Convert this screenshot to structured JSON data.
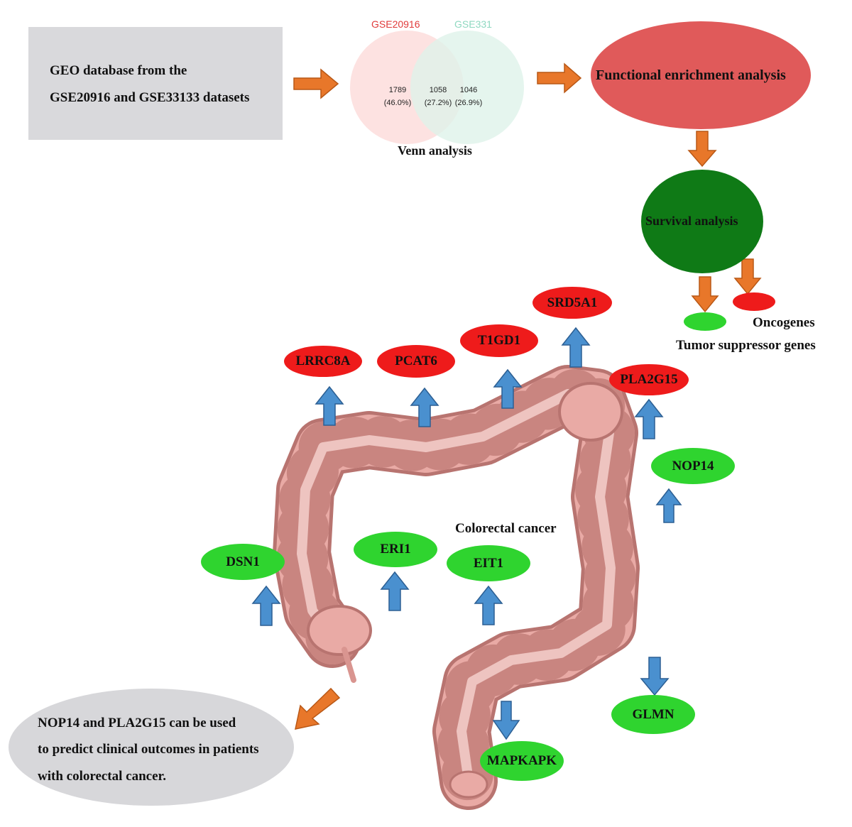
{
  "geo": {
    "line1": "GEO database from the",
    "line2": "GSE20916 and GSE33133 datasets"
  },
  "venn": {
    "set_a": "GSE20916",
    "set_b": "GSE331",
    "only_a_count": "1789",
    "only_a_pct": "(46.0%)",
    "both_count": "1058",
    "both_pct": "(27.2%)",
    "only_b_count": "1046",
    "only_b_pct": "(26.9%)",
    "caption": "Venn analysis",
    "color_a": "#fde0df",
    "color_b": "#dff3ea"
  },
  "steps": {
    "functional": "Functional enrichment  analysis",
    "survival": "Survival analysis"
  },
  "legend": {
    "oncogenes": "Oncogenes",
    "tumor_suppressor": "Tumor suppressor genes"
  },
  "oncogenes": {
    "lrrc8a": "LRRC8A",
    "pcat6": "PCAT6",
    "t1gd1": "T1GD1",
    "srd5a1": "SRD5A1",
    "pla2g15": "PLA2G15"
  },
  "suppressors": {
    "nop14": "NOP14",
    "dsn1": "DSN1",
    "eri1": "ERI1",
    "eit1": "EIT1",
    "glmn": "GLMN",
    "mapkapk": "MAPKAPK"
  },
  "colon_label": "Colorectal cancer",
  "conclusion": {
    "line1": "NOP14 and PLA2G15 can be used",
    "line2": "to predict clinical outcomes in patients",
    "line3": "with colorectal cancer."
  },
  "colors": {
    "oncogene": "#ee1b1b",
    "suppressor": "#2fd42f",
    "functional": "#e05a5a",
    "survival": "#0f7a16",
    "flow_arrow": "#e8772a",
    "gene_arrow": "#4a90cf",
    "colon": "#e8a4a0"
  },
  "icons": [
    "colon-illustration",
    "flow-arrow",
    "gene-arrow"
  ]
}
